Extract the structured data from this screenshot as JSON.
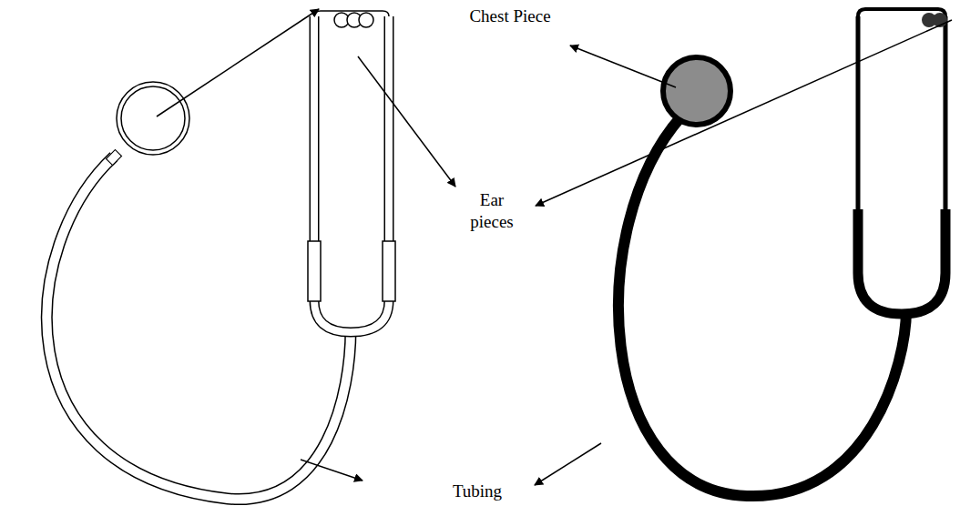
{
  "diagram": {
    "labels": [
      "Chest Piece",
      "Ear pieces",
      "Tubing"
    ]
  }
}
